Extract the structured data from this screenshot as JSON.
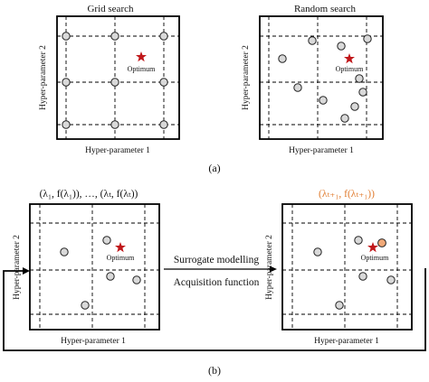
{
  "panel_a": {
    "grid_search": {
      "title": "Grid search",
      "xlabel": "Hyper-parameter 1",
      "ylabel": "Hyper-parameter 2",
      "optimum_label": "Optimum"
    },
    "random_search": {
      "title": "Random search",
      "xlabel": "Hyper-parameter 1",
      "ylabel": "Hyper-parameter 2",
      "optimum_label": "Optimum"
    },
    "caption": "(a)"
  },
  "panel_b": {
    "left_formula": "(λ₁, f(λ₁)), …, (λₜ, f(λₜ))",
    "right_formula": "(λₜ₊₁, f(λₜ₊₁))",
    "middle_top": "Surrogate modelling",
    "middle_bottom": "Acquisition function",
    "left_plot": {
      "xlabel": "Hyper-parameter 1",
      "ylabel": "Hyper-parameter 2",
      "optimum_label": "Optimum"
    },
    "right_plot": {
      "xlabel": "Hyper-parameter 1",
      "ylabel": "Hyper-parameter 2",
      "optimum_label": "Optimum"
    },
    "caption": "(b)"
  },
  "colors": {
    "optimum_star": "#c0171a",
    "sample_point": "#d9d9d9",
    "new_point": "#f0a877",
    "formula_highlight": "#e07b2e"
  }
}
